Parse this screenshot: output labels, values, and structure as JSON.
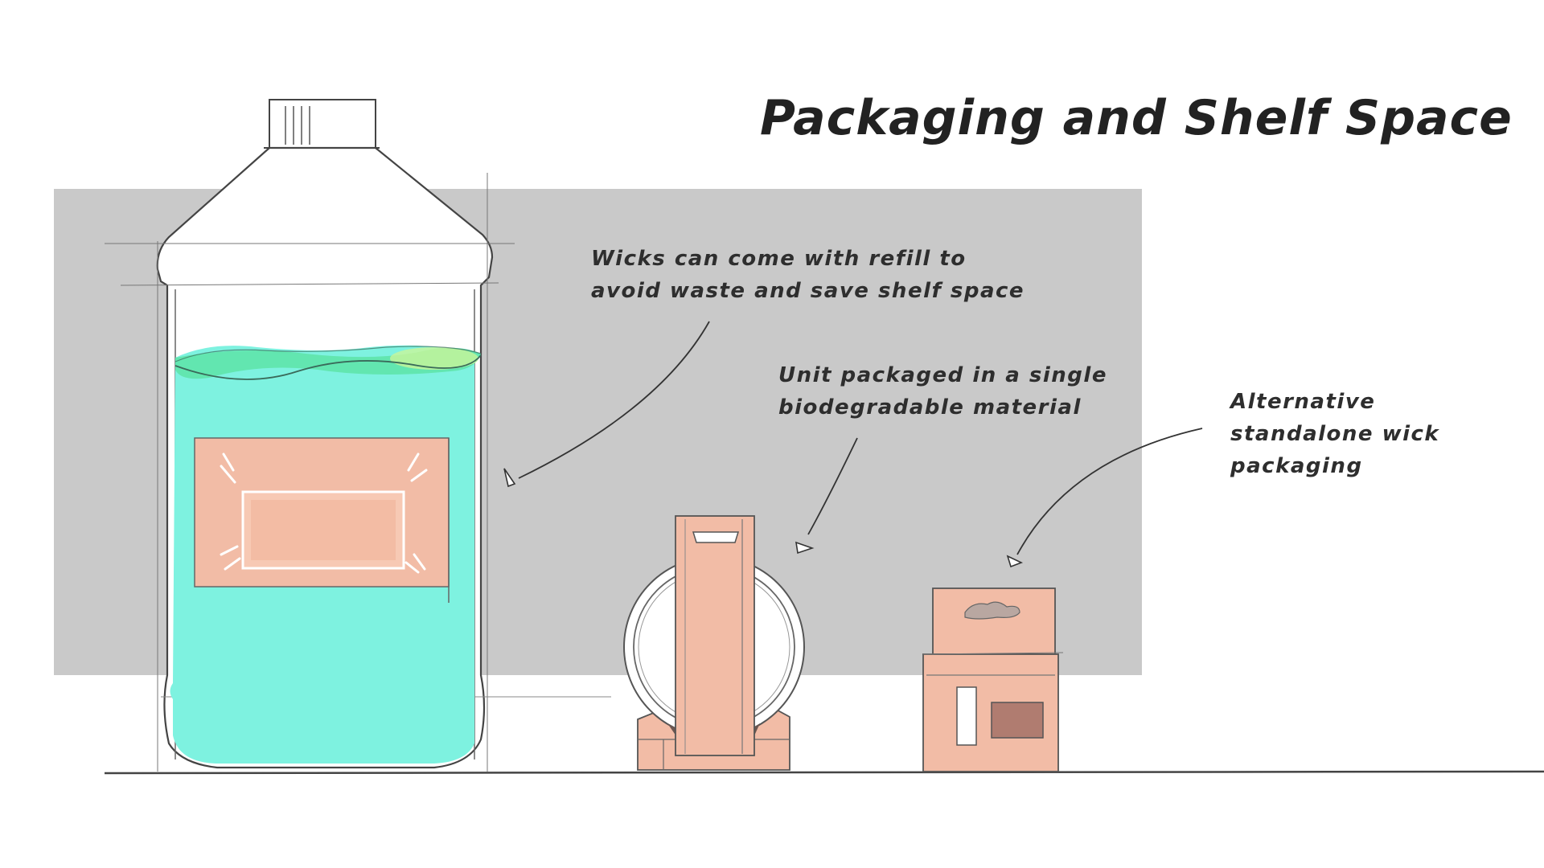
{
  "title": "Packaging and Shelf Space",
  "annotations": {
    "refill": {
      "line1": "Wicks can come with refill to",
      "line2": "avoid waste and save shelf space"
    },
    "unit": {
      "line1": "Unit packaged in a single",
      "line2": "biodegradable material"
    },
    "wick": {
      "line1": "Alternative",
      "line2": "standalone wick",
      "line3": "packaging"
    }
  },
  "colors": {
    "shelf_panel": "#c9c9c9",
    "liquid": "#7ef2e0",
    "liquid_top": "#62e6b0",
    "package": "#f2bca6",
    "ink": "#333333"
  }
}
